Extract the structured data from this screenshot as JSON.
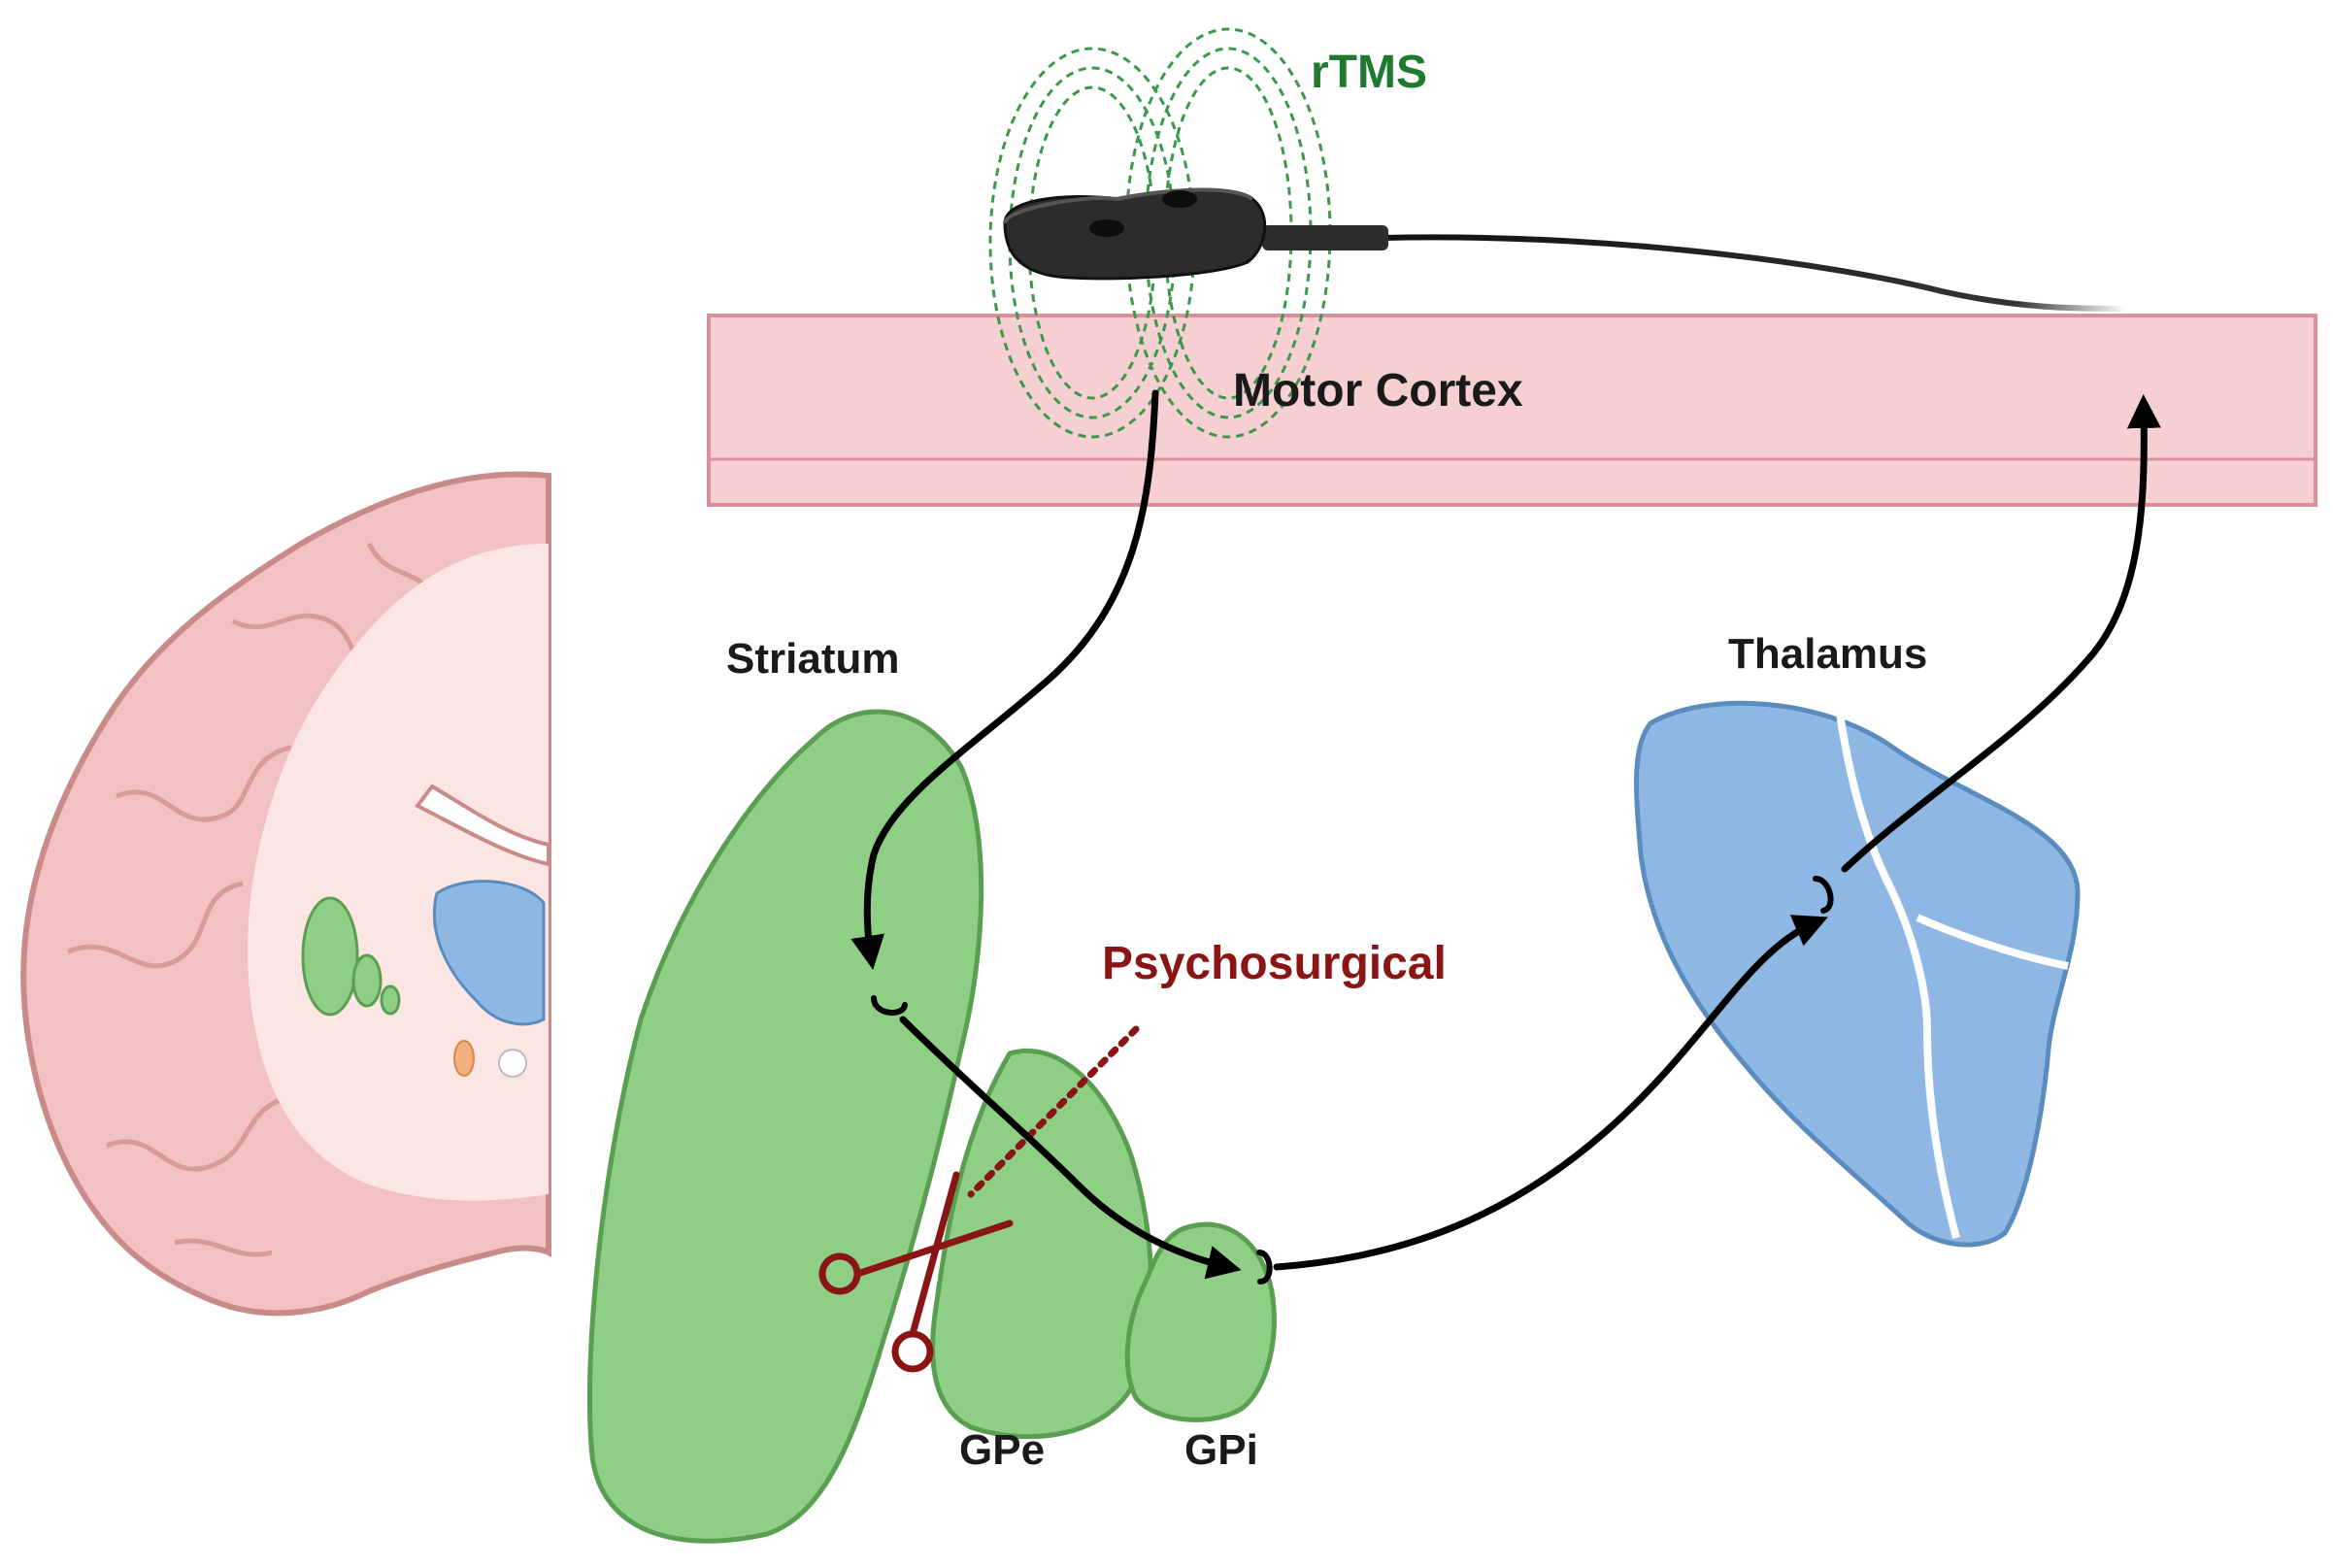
{
  "labels": {
    "rtms": "rTMS",
    "motor_cortex": "Motor Cortex",
    "striatum": "Striatum",
    "thalamus": "Thalamus",
    "psychosurgical": "Psychosurgical",
    "gpe": "GPe",
    "gpi": "GPi"
  },
  "colors": {
    "rtms_text": "#1f7a30",
    "psychosurgical_text": "#8a1515",
    "label_text": "#1a1a1a",
    "green_fill": "#8fcf85",
    "green_stroke": "#5a9e52",
    "blue_fill": "#8eb8e3",
    "blue_stroke": "#5b8cc0",
    "cortex_fill": "#f6cfd3",
    "cortex_stroke": "#d8909a",
    "brain_fill": "#f2c2c2",
    "brain_stroke": "#c98a8a",
    "arrow": "#000000",
    "coil": "#2c2c2c"
  }
}
